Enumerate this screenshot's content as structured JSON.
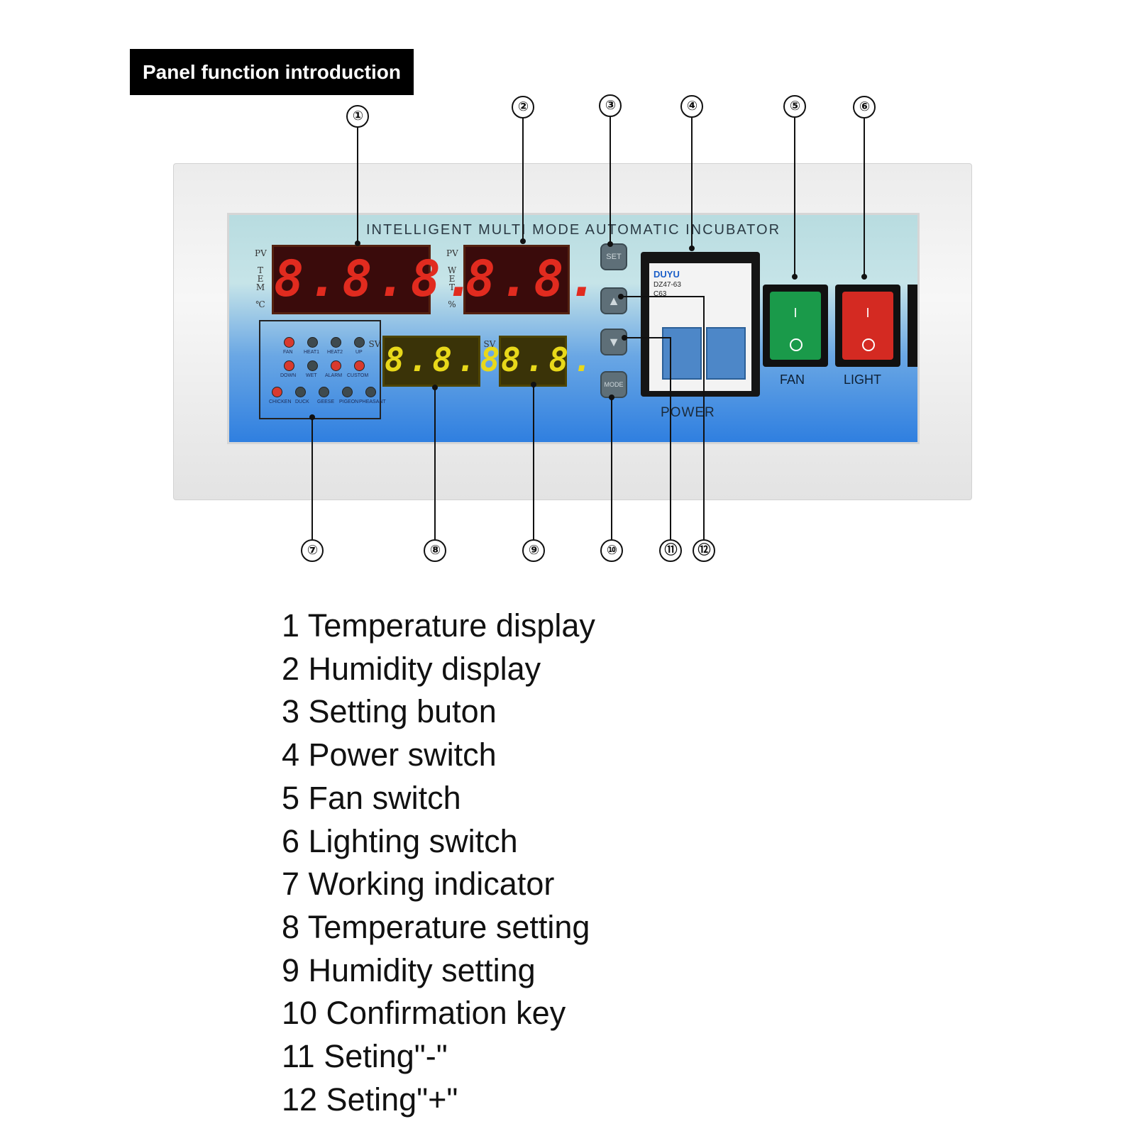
{
  "title": "Panel function introduction",
  "panel": {
    "header": "INTELLIGENT MULTI MODE AUTOMATIC INCUBATOR",
    "temp_label": "PV TEM ℃",
    "hum_label": "PV WET %",
    "sv_label": "SV",
    "pv_temp_digits": "8.8.8.",
    "pv_hum_digits": "8.8.",
    "sv_temp_digits": "8.8.8.",
    "sv_hum_digits": "8.8.",
    "buttons": {
      "set": "SET",
      "up": "▲",
      "down": "▼",
      "mode": "MODE"
    },
    "breaker": {
      "brand": "DUYU",
      "model": "DZ47-63",
      "rating": "C63",
      "label": "POWER"
    },
    "fan_label": "FAN",
    "light_label": "LIGHT",
    "indicators": [
      "FAN",
      "HEAT1",
      "HEAT2",
      "UP",
      "DOWN",
      "WET",
      "ALARM",
      "CUSTOM",
      "CHICKEN",
      "DUCK",
      "GEESE",
      "PIGEON",
      "PHEASANT"
    ]
  },
  "callouts": [
    "①",
    "②",
    "③",
    "④",
    "⑤",
    "⑥",
    "⑦",
    "⑧",
    "⑨",
    "⑩",
    "⑪",
    "⑫"
  ],
  "legend": [
    "1 Temperature display",
    "2 Humidity display",
    "3 Setting buton",
    "4 Power switch",
    "5 Fan switch",
    "6 Lighting switch",
    "7 Working indicator",
    "8 Temperature setting",
    "9 Humidity setting",
    "10 Confirmation key",
    "11 Seting\"-\"",
    "12 Seting\"+\""
  ],
  "colors": {
    "fan_switch": "#1a9a4a",
    "light_switch": "#d42a22",
    "panel_blue": "#2f7fe0",
    "segment_red": "#e12b1f",
    "segment_yellow": "#e8d81a"
  }
}
